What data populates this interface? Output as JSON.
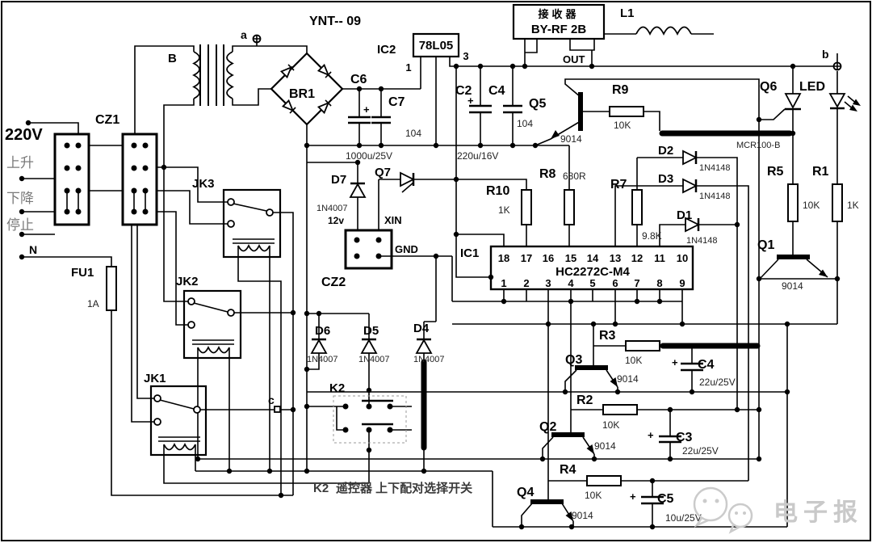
{
  "colors": {
    "line": "#000000",
    "gray_label": "#7a7a7a",
    "watermark": "#c9c9c9"
  },
  "diagram": {
    "title": "YNT-- 09"
  },
  "power": {
    "voltage": "220V",
    "up": "上升",
    "down": "下降",
    "stop": "停止",
    "neutral": "N"
  },
  "nodes": {
    "a": "a",
    "b": "b",
    "c": "c"
  },
  "connectors": {
    "cz1": "CZ1",
    "cz2": "CZ2",
    "xin": "XIN",
    "gnd": "GND"
  },
  "fuse": {
    "ref": "FU1",
    "value": "1A"
  },
  "transformer": {
    "ref": "B"
  },
  "bridge": {
    "ref": "BR1"
  },
  "regulator": {
    "ref": "IC2",
    "value": "78L05",
    "pin_in": "1",
    "pin_out": "3"
  },
  "receiver": {
    "name": "接收器",
    "model": "BY-RF 2B",
    "pin_out": "OUT"
  },
  "inductor": {
    "ref": "L1"
  },
  "ic1": {
    "ref": "IC1",
    "model": "HC2272C-M4",
    "pins_top": [
      "18",
      "17",
      "16",
      "15",
      "14",
      "13",
      "12",
      "11",
      "10"
    ],
    "pins_bottom": [
      "1",
      "2",
      "3",
      "4",
      "5",
      "6",
      "7",
      "8",
      "9"
    ]
  },
  "capacitors": {
    "c6": {
      "ref": "C6",
      "value": "1000u/25V",
      "plus": "+"
    },
    "c7": {
      "ref": "C7",
      "value": "104"
    },
    "c2": {
      "ref": "C2",
      "value": "220u/16V",
      "plus": "+"
    },
    "c4_top": {
      "ref": "C4",
      "value": "104"
    },
    "c4_bot": {
      "ref": "C4",
      "value": "22u/25V",
      "plus": "+"
    },
    "c3": {
      "ref": "C3",
      "value": "22u/25V",
      "plus": "+"
    },
    "c5": {
      "ref": "C5",
      "value": "10u/25V",
      "plus": "+"
    }
  },
  "resistors": {
    "r1": {
      "ref": "R1",
      "value": "1K"
    },
    "r2": {
      "ref": "R2",
      "value": "10K"
    },
    "r3": {
      "ref": "R3",
      "value": "10K"
    },
    "r4": {
      "ref": "R4",
      "value": "10K"
    },
    "r5": {
      "ref": "R5",
      "value": "10K"
    },
    "r7": {
      "ref": "R7",
      "value": "9.8K"
    },
    "r8": {
      "ref": "R8",
      "value": "680R"
    },
    "r9": {
      "ref": "R9",
      "value": "10K"
    },
    "r10": {
      "ref": "R10",
      "value": "1K"
    }
  },
  "diodes": {
    "d1": {
      "ref": "D1",
      "value": "1N4148"
    },
    "d2": {
      "ref": "D2",
      "value": "1N4148"
    },
    "d3": {
      "ref": "D3",
      "value": "1N4148"
    },
    "d4": {
      "ref": "D4",
      "value": "1N4007"
    },
    "d5": {
      "ref": "D5",
      "value": "1N4007"
    },
    "d6": {
      "ref": "D6",
      "value": "1N4007"
    },
    "d7": {
      "ref": "D7",
      "value": "1N4007",
      "note": "12v"
    }
  },
  "transistors": {
    "q1": {
      "ref": "Q1",
      "value": "9014"
    },
    "q2": {
      "ref": "Q2",
      "value": "9014"
    },
    "q3": {
      "ref": "Q3",
      "value": "9014"
    },
    "q4": {
      "ref": "Q4",
      "value": "9014"
    },
    "q5": {
      "ref": "Q5",
      "value": "9014"
    },
    "q6": {
      "ref": "Q6",
      "value": "MCR100-B"
    },
    "q7": {
      "ref": "Q7"
    }
  },
  "led": {
    "ref": "LED"
  },
  "relays": {
    "jk1": "JK1",
    "jk2": "JK2",
    "jk3": "JK3"
  },
  "switch_k2": {
    "ref": "K2",
    "note_ref": "K2",
    "note": "遥控器 上下配对选择开关"
  },
  "watermark": {
    "text": "电子报"
  }
}
